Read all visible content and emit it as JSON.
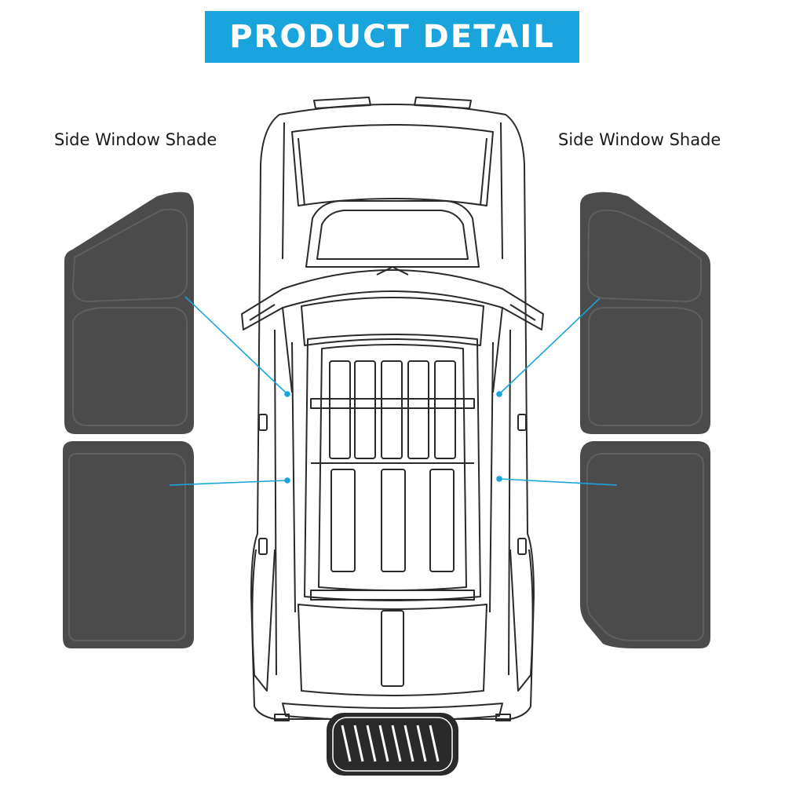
{
  "header": {
    "title": "PRODUCT DETAIL"
  },
  "labels": {
    "left": "Side Window Shade",
    "right": "Side Window Shade"
  },
  "colors": {
    "accent": "#1aa4dd",
    "shade": "#4b4b4b",
    "outline": "#2a2a2a",
    "callout_line": "#1aa4dd"
  },
  "illustration": {
    "subject": "top-view-vehicle-outline"
  }
}
